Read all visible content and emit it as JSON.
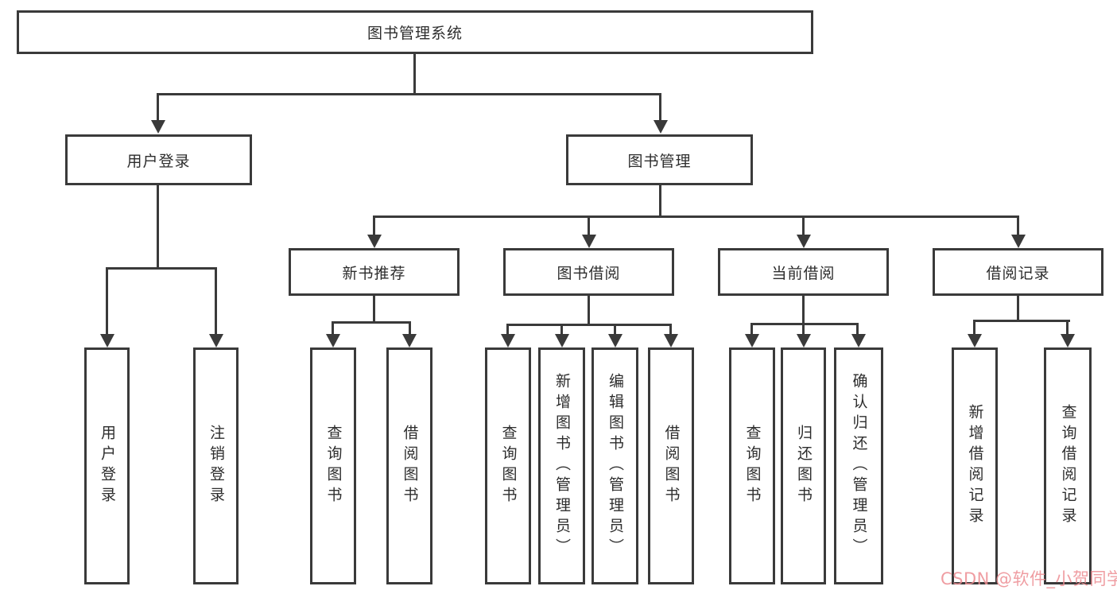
{
  "page": {
    "background": "#ffffff",
    "line_color": "#3a3a3a",
    "box_border_color": "#3a3a3a",
    "text_color": "#2d2d2d"
  },
  "tree": {
    "root": "图书管理系统",
    "level2": [
      "用户登录",
      "图书管理"
    ],
    "level3": [
      "新书推荐",
      "图书借阅",
      "当前借阅",
      "借阅记录"
    ],
    "leaves_user": [
      "用户登录",
      "注销登录"
    ],
    "leaves_newbook": [
      "查询图书",
      "借阅图书"
    ],
    "leaves_borrow": [
      "查询图书",
      "新增图书（管理员）",
      "编辑图书（管理员）",
      "借阅图书"
    ],
    "leaves_current": [
      "查询图书",
      "归还图书",
      "确认归还（管理员）"
    ],
    "leaves_record": [
      "新增借阅记录",
      "查询借阅记录"
    ]
  },
  "watermark": {
    "text": "CSDN @软件_小贺同学",
    "color": "#ed8d92"
  }
}
